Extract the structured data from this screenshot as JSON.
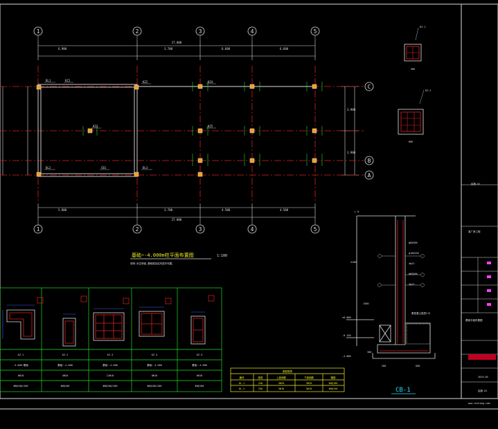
{
  "grid": {
    "columns": [
      "1",
      "2",
      "3",
      "4",
      "5"
    ],
    "rows": [
      "C",
      "B",
      "A"
    ],
    "top_dims": [
      "6.900",
      "3.700",
      "6.600",
      "6.600"
    ],
    "top_total": "27.000",
    "bottom_dims": [
      "5.800",
      "3.700",
      "4.500",
      "4.500"
    ],
    "bottom_total": "27.000",
    "right_dims": [
      "3.900",
      "3.900"
    ]
  },
  "plan": {
    "title": "基础~-4.000m柱平面布置图",
    "scale": "1:100",
    "note": "说明:未注明者,基础梁及柱均居中布置。",
    "column_tags": [
      "KZ1",
      "KZ2",
      "KZ3",
      "KZ4",
      "KZ5"
    ],
    "beam_tags": [
      "DL1",
      "DL2",
      "DL3",
      "CB1"
    ]
  },
  "top_right_sections": [
    {
      "tag": "KZ-1",
      "dim": "500"
    },
    {
      "tag": "KZ-2",
      "dim": "600"
    }
  ],
  "column_table": {
    "names": [
      "KZ-1",
      "KZ-2",
      "KZ-3",
      "KZ-4",
      "KZ-5"
    ],
    "rows": [
      [
        "-4.000~基础",
        "基础~-4.000",
        "基础~-4.000",
        "基础~-4.000",
        "基础~-4.000"
      ],
      [
        "8Φ18",
        "4Φ20",
        "12Φ18",
        "8Φ18",
        "6Φ18"
      ],
      [
        "Φ8@100/200",
        "Φ8@100",
        "Φ8@100/200",
        "Φ8@100/200",
        "Φ8@100"
      ]
    ]
  },
  "beam_table": {
    "title": "梁配筋表",
    "headers": [
      "编号",
      "梁宽",
      "上部钢筋",
      "下部钢筋",
      "箍筋"
    ],
    "rows": [
      [
        "DL-1",
        "250",
        "3Φ20",
        "3Φ20",
        "Φ8@100"
      ],
      [
        "DL-2",
        "250",
        "3Φ18",
        "3Φ18",
        "Φ8@150"
      ]
    ]
  },
  "section": {
    "title": "CB-1",
    "levels": [
      "±0.000",
      "-0.150",
      "-4.000"
    ],
    "top_label": "L.0",
    "dims": [
      "4100",
      "1500",
      "300",
      "200",
      "600"
    ],
    "callouts": [
      "φ8@200",
      "φ10@150",
      "4φ12",
      "φ8@200",
      "4φ12"
    ],
    "bottom_label": "素混凝土垫层C15"
  },
  "title_block": {
    "project": "某厂房工程",
    "drawing": "基础平面布置图",
    "sheet_id": "结施-01",
    "footer": "www.zhulong.com",
    "date": "2019.05"
  }
}
